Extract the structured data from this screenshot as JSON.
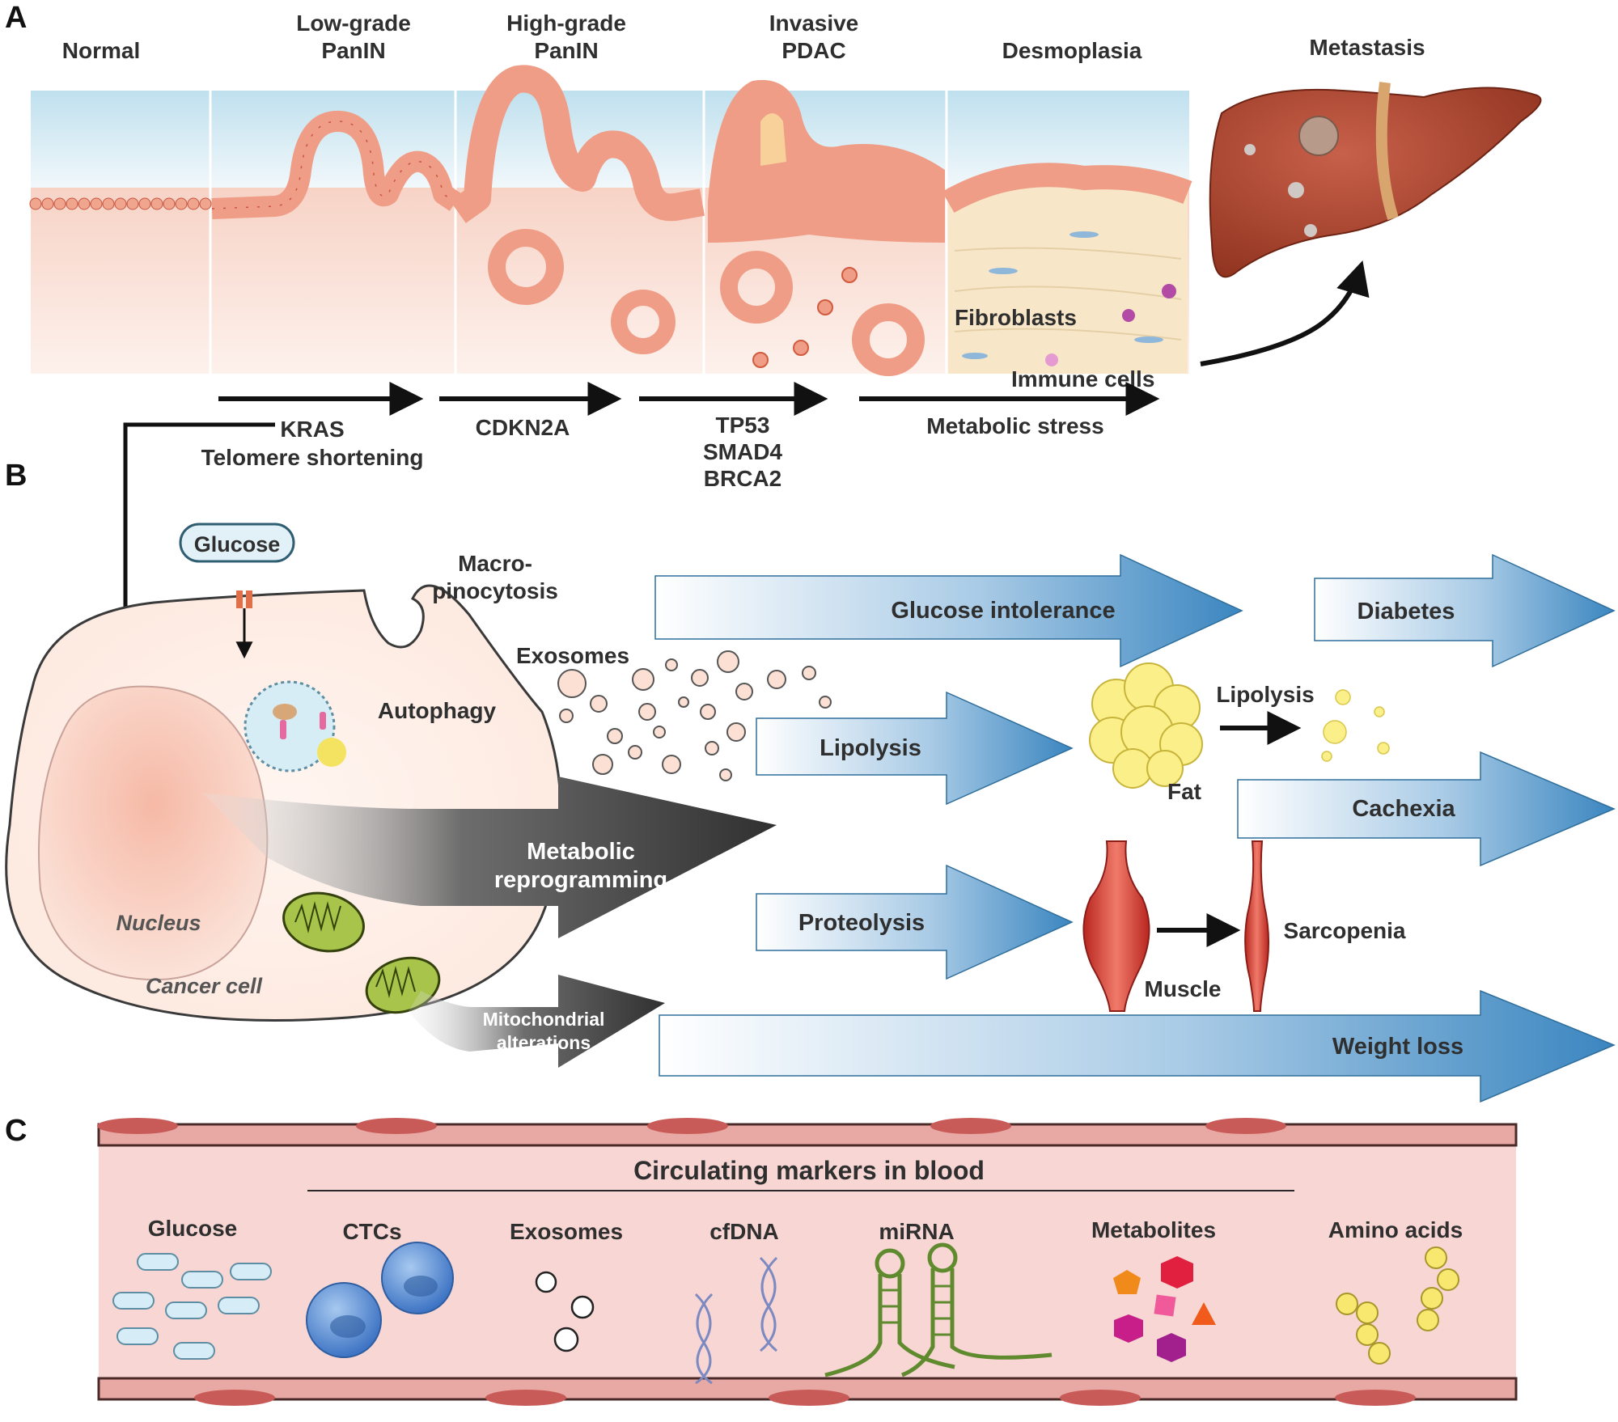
{
  "panels": {
    "a": "A",
    "b": "B",
    "c": "C"
  },
  "stages": {
    "normal": "Normal",
    "lowgrade_1": "Low-grade",
    "lowgrade_2": "PanIN",
    "highgrade_1": "High-grade",
    "highgrade_2": "PanIN",
    "invasive_1": "Invasive",
    "invasive_2": "PDAC",
    "desmoplasia": "Desmoplasia",
    "metastasis": "Metastasis"
  },
  "stroma_labels": {
    "fibroblasts": "Fibroblasts",
    "immune_cells": "Immune cells"
  },
  "mutations": {
    "kras": "KRAS",
    "telomere": "Telomere shortening",
    "cdkn2a": "CDKN2A",
    "tp53": "TP53",
    "smad4": "SMAD4",
    "brca2": "BRCA2",
    "metabolic_stress": "Metabolic stress"
  },
  "cell": {
    "glucose": "Glucose",
    "macro_1": "Macro-",
    "macro_2": "pinocytosis",
    "exosomes": "Exosomes",
    "autophagy": "Autophagy",
    "nucleus": "Nucleus",
    "cancer_cell": "Cancer cell",
    "metabolic_1": "Metabolic",
    "metabolic_2": "reprogramming",
    "mito_1": "Mitochondrial",
    "mito_2": "alterations"
  },
  "effects": {
    "glucose_intolerance": "Glucose intolerance",
    "diabetes": "Diabetes",
    "lipolysis": "Lipolysis",
    "lipolysis_fat": "Lipolysis",
    "fat": "Fat",
    "cachexia": "Cachexia",
    "proteolysis": "Proteolysis",
    "muscle": "Muscle",
    "sarcopenia": "Sarcopenia",
    "weight_loss": "Weight loss"
  },
  "blood": {
    "title": "Circulating markers in blood",
    "markers": [
      "Glucose",
      "CTCs",
      "Exosomes",
      "cfDNA",
      "miRNA",
      "Metabolites",
      "Amino acids"
    ]
  },
  "colors": {
    "epithelium": "#f0a58e",
    "tissue": "#f8ddd4",
    "lumen": "#d6edf5",
    "arrow_blue": "#3b86c0",
    "arrow_dark": "#3a3a3a",
    "liver": "#a8432e",
    "vessel": "#f5d0cf"
  }
}
